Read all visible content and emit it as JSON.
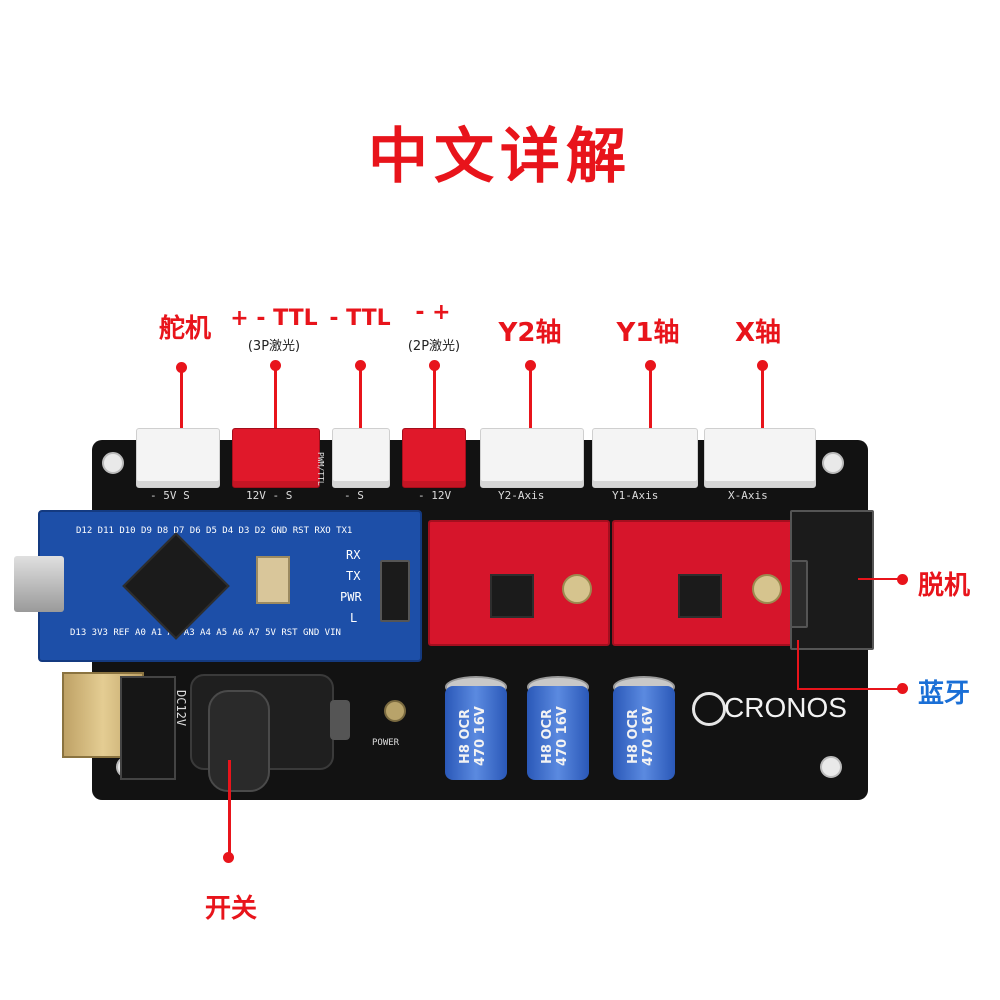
{
  "title": "中文详解",
  "callouts": {
    "servo": "舵机",
    "ttl3": "+ - TTL",
    "ttl3_sub": "(3P激光)",
    "ttl": "- TTL",
    "laser2": "- +",
    "laser2_sub": "(2P激光)",
    "y2": "Y2轴",
    "y1": "Y1轴",
    "x": "X轴",
    "offline": "脱机",
    "bluetooth": "蓝牙",
    "switch": "开关"
  },
  "board": {
    "brand": "CRONOS",
    "power": "POWER",
    "silk_servo": "- 5V S",
    "silk_ttl3": "12V - S",
    "silk_ttl": "- S",
    "silk_pwm": "PWM/TTL",
    "silk_laser2": "- 12V",
    "silk_dc": "DC12V",
    "axis_y2": "Y2-Axis",
    "axis_y1": "Y1-Axis",
    "axis_x": "X-Axis",
    "nano_top": "D12 D11 D10 D9 D8 D7 D6 D5 D4 D3 D2 GND RST RXO TX1",
    "nano_bottom": "D13 3V3 REF A0 A1 A2 A3 A4 A5 A6 A7 5V RST GND VIN",
    "led_rx": "RX",
    "led_tx": "TX",
    "led_pwr": "PWR",
    "led_l": "L",
    "cap1": "H8 OCR 470 16V",
    "cap2": "H8 OCR 470 16V",
    "cap3": "H8 OCR 470 16V"
  },
  "colors": {
    "accent": "#e8141b",
    "blue_label": "#1a6fd6",
    "board": "#121212",
    "nano": "#1d4fa8",
    "driver": "#d6152b"
  }
}
